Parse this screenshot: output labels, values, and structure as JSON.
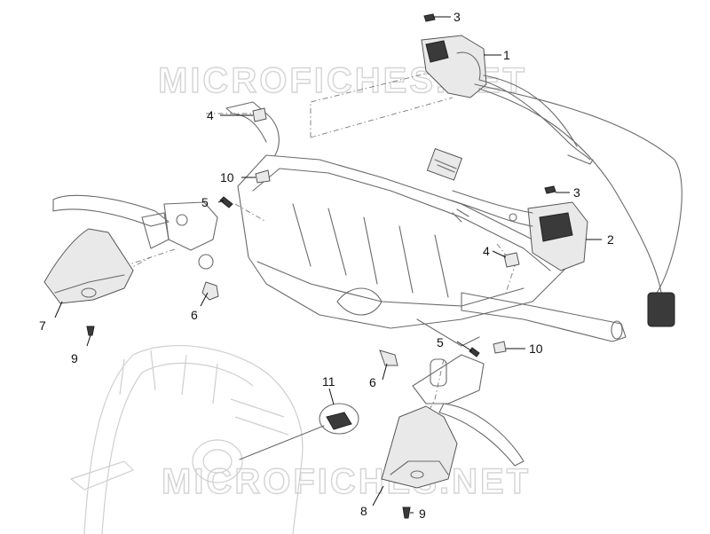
{
  "watermark": "MICROFICHES.NET",
  "callouts": {
    "c1": "1",
    "c2": "2",
    "c3a": "3",
    "c3b": "3",
    "c4a": "4",
    "c4b": "4",
    "c5a": "5",
    "c5b": "5",
    "c6a": "6",
    "c6b": "6",
    "c7": "7",
    "c8": "8",
    "c9a": "9",
    "c9b": "9",
    "c10a": "10",
    "c10b": "10",
    "c11": "11"
  }
}
